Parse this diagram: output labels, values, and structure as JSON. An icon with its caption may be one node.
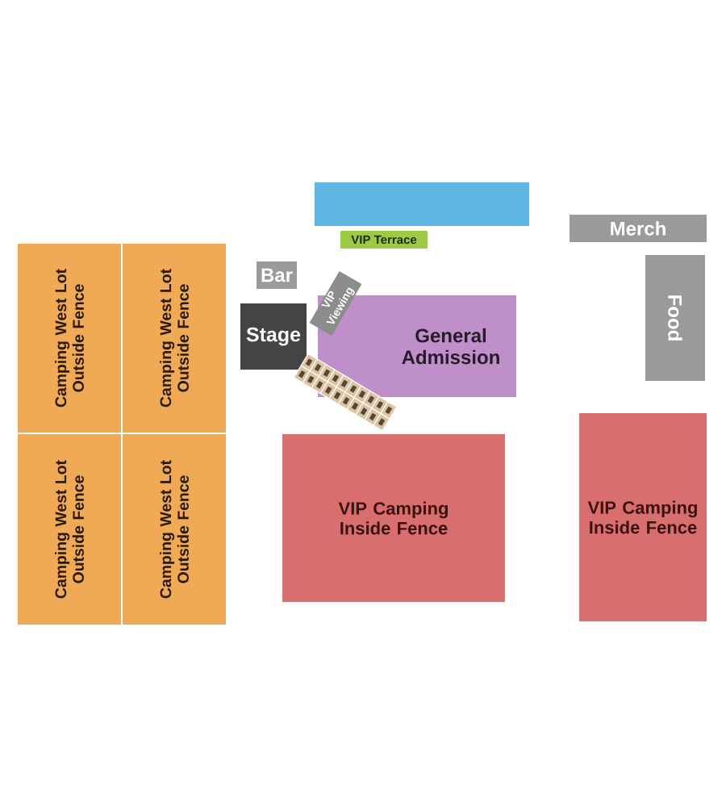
{
  "diagram": {
    "nodes": [
      {
        "text": [],
        "shape": "box"
      },
      {
        "text": [
          "VIP Terrace"
        ]
      },
      {
        "text": [
          "Merch"
        ]
      },
      {
        "text": [
          "Bar"
        ]
      },
      {
        "text": [
          "VIP Viewing"
        ]
      },
      {
        "text": [
          "Stage"
        ]
      },
      {
        "text": [
          "General Admission"
        ]
      },
      {
        "text": [
          "Food"
        ]
      },
      {
        "text": [
          "Camping West Lot Outside Fence"
        ]
      },
      {
        "text": [
          "Camping West Lot Outside Fence"
        ]
      },
      {
        "text": [
          "Camping West Lot Outside Fence"
        ]
      },
      {
        "text": [
          "Camping West Lot Outside Fence"
        ]
      },
      {
        "text": [
          "VIP Camping Inside Fence"
        ]
      },
      {
        "text": [
          "VIP Camping Inside Fence"
        ]
      }
    ]
  }
}
